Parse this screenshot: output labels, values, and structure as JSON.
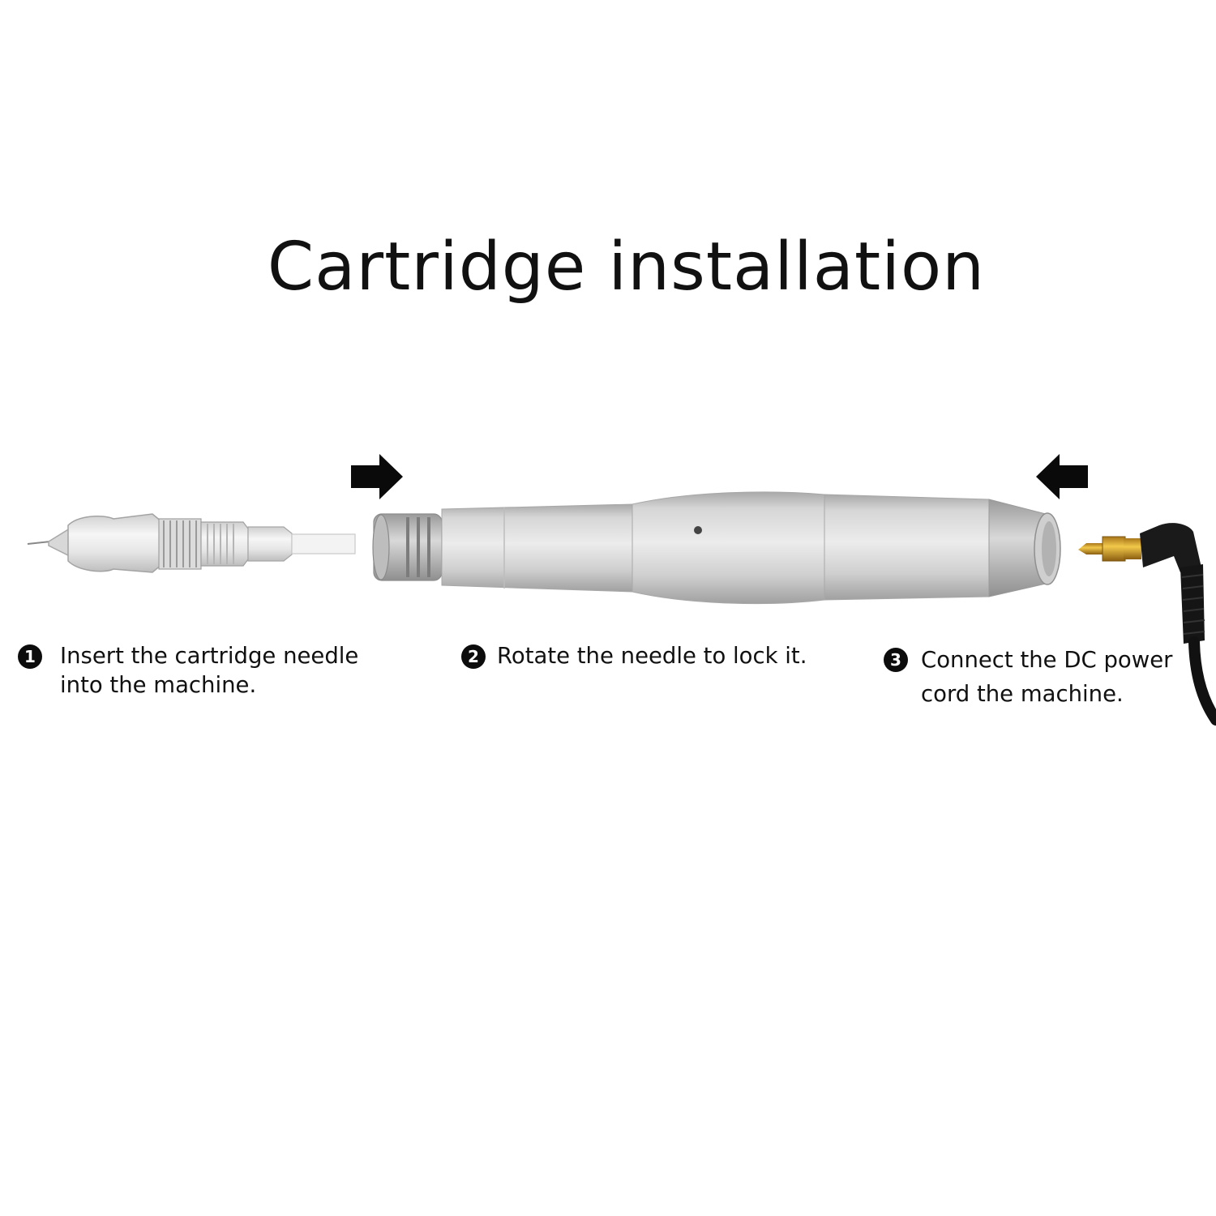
{
  "title": "Cartridge installation",
  "steps": [
    {
      "number": "1",
      "lines": [
        "Insert the  cartridge needle",
        "into the machine."
      ]
    },
    {
      "number": "2",
      "lines": [
        "Rotate the needle to lock it."
      ]
    },
    {
      "number": "3",
      "lines": [
        "Connect the DC power",
        "cord the machine."
      ]
    }
  ],
  "colors": {
    "text": "#111111",
    "arrow": "#0a0a0a",
    "metal": "#c8c8c8",
    "cable": "#111111",
    "plug_gold": "#d9a520"
  },
  "icons": {
    "left_arrow": "arrow-right-icon",
    "right_arrow": "arrow-left-icon"
  }
}
